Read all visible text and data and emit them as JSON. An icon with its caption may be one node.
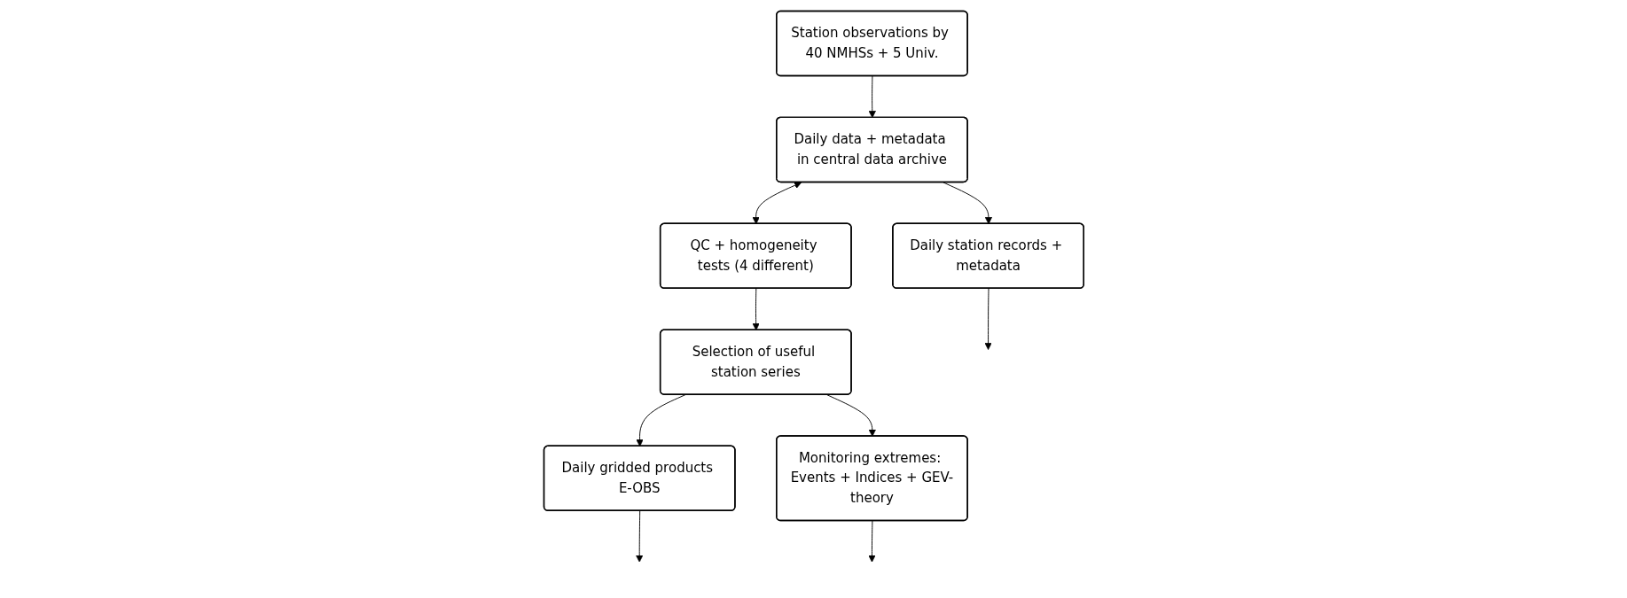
{
  "diagram": {
    "nodes": [
      {
        "text": [
          "Station observations by 40 NMHSs + 5 Univ."
        ]
      },
      {
        "text": [
          "Daily data + metadata in central data archive"
        ]
      },
      {
        "text": [
          "QC + homogeneity tests (4 different)"
        ]
      },
      {
        "text": [
          "Selection of useful station series"
        ]
      },
      {
        "text": [
          "Daily station records + metadata"
        ]
      },
      {
        "text": [
          "Daily gridded products E-OBS"
        ]
      },
      {
        "text": [
          "Monitoring extremes: Events + Indices + GEV-theory"
        ]
      }
    ],
    "edges": [
      {
        "from": 0,
        "to": 1,
        "arrow": "to"
      },
      {
        "from": 1,
        "to": 2,
        "arrow": "both"
      },
      {
        "from": 2,
        "to": 3,
        "arrow": "to"
      },
      {
        "from": 1,
        "to": 4,
        "arrow": "to"
      },
      {
        "from": 3,
        "to": 5,
        "arrow": "to"
      },
      {
        "from": 3,
        "to": 6,
        "arrow": "to"
      },
      {
        "from": 4,
        "to": null,
        "arrow": "to"
      },
      {
        "from": 5,
        "to": null,
        "arrow": "to"
      },
      {
        "from": 6,
        "to": null,
        "arrow": "to"
      }
    ]
  }
}
